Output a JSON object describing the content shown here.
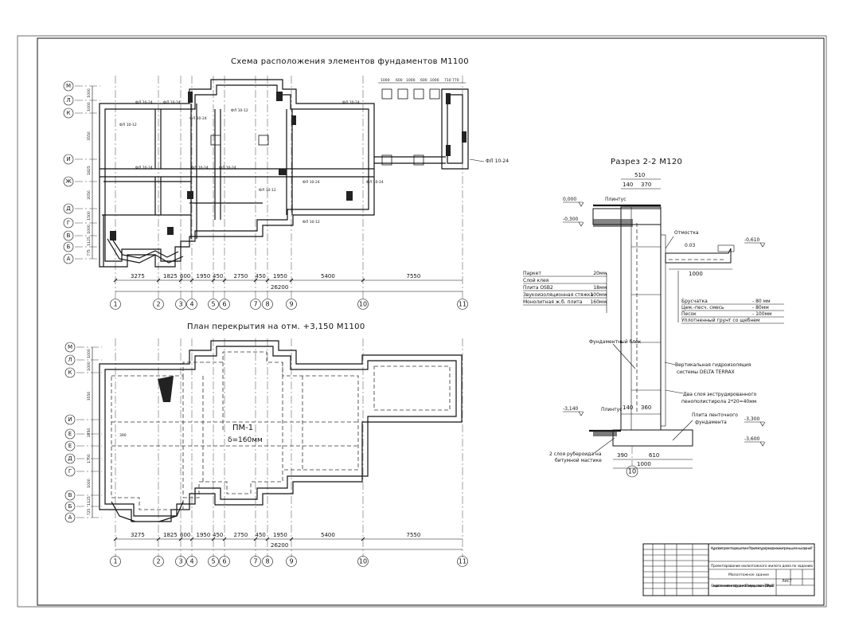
{
  "plan1": {
    "title": "Схема расположения элементов фундаментов М1100",
    "axes_letters": [
      "М",
      "Л",
      "К",
      "И",
      "Ж",
      "Д",
      "Г",
      "В",
      "Б",
      "А"
    ],
    "axes_numbers": [
      "1",
      "2",
      "3",
      "4",
      "5",
      "6",
      "7",
      "8",
      "9",
      "10",
      "11"
    ],
    "dims_bottom": [
      "3275",
      "1825",
      "600",
      "1950",
      "450",
      "2750",
      "450",
      "1950",
      "5400",
      "7550"
    ],
    "total": "26200",
    "dims_left": [
      "1000",
      "1000",
      "3550",
      "1825",
      "2050",
      "1500",
      "1000",
      "1125",
      "775"
    ],
    "fp_labels": [
      "ФЛ 10-24",
      "ФЛ 10-12",
      "ФЛ 10-24",
      "ФЛ 10-24",
      "ФЛ 10-12",
      "ФЛ 10-24",
      "ФЛ 10-24",
      "ФЛ 10-24",
      "ФЛ 10-12",
      "ФЛ 10-24",
      "ФЛ 10-24",
      "ФЛ 10-12",
      "ФЛ 10-24"
    ],
    "extra_label": "ФЛ 10-24",
    "top_dims": [
      "1000",
      "600",
      "1000",
      "600",
      "1000",
      "710",
      "770"
    ]
  },
  "plan2": {
    "title": "План перекрытия на отм. +3,150 М1100",
    "axes_letters": [
      "М",
      "Л",
      "К",
      "И",
      "Е",
      "Е",
      "Д",
      "Г",
      "В",
      "Б",
      "А"
    ],
    "axes_numbers": [
      "1",
      "2",
      "3",
      "4",
      "5",
      "6",
      "7",
      "8",
      "9",
      "10",
      "11"
    ],
    "dims_bottom": [
      "3275",
      "1825",
      "600",
      "1950",
      "450",
      "2750",
      "450",
      "1950",
      "5400",
      "7550"
    ],
    "total": "26200",
    "dims_left": [
      "1000",
      "1000",
      "3550",
      "1850",
      "1700",
      "1000",
      "1125",
      "725"
    ],
    "slab_name": "ПМ-1",
    "slab_thk": "δ=160мм",
    "small_dim": "390"
  },
  "section": {
    "title": "Разрез 2-2 М120",
    "dims_top": [
      "510",
      "140",
      "370"
    ],
    "dims_bottom": [
      "390",
      "610",
      "1000"
    ],
    "dims_mid": [
      "140",
      "360"
    ],
    "axis": "10",
    "marks": [
      "0,000",
      "-0,300",
      "-0,610",
      "-3,140",
      "-3,300",
      "-3,600"
    ],
    "slope": "0.03",
    "otmostka": "Отмостка",
    "plintus_top": "Плинтус",
    "plintus_bot": "Плинтус",
    "floor_layers": [
      {
        "name": "Паркет",
        "thk": "20мм"
      },
      {
        "name": "Слой клея",
        "thk": ""
      },
      {
        "name": "Плита OSB2",
        "thk": "18мм"
      },
      {
        "name": "Звукоизоляционная стяжка",
        "thk": "100мм"
      },
      {
        "name": "Монолитная ж.б. плита",
        "thk": "160мм"
      }
    ],
    "paving_layers": [
      {
        "name": "Брусчатка",
        "thk": "- 80 мм"
      },
      {
        "name": "Цем.-песч. смесь",
        "thk": "- 80мм"
      },
      {
        "name": "Песок",
        "thk": "- 100мм"
      },
      {
        "name": "Уплотненный грунт со щебнем",
        "thk": ""
      }
    ],
    "width_1000": "1000",
    "block_label": "Фундаментный блок",
    "waterproof_1": "Вертикальная гидроизоляция",
    "waterproof_2": "системы DELTA TERRAX",
    "insul_1": "Два слоя экструдированного",
    "insul_2": "пенополистирола 2*20=40мм",
    "slab_1": "Плита ленточного",
    "slab_2": "фундамента",
    "ruberoid_1": "2 слоя рубероида на",
    "ruberoid_2": "битумной мастике"
  },
  "stamp": {
    "line1": "Курсовая проект по дисциплине \"Архитектура гражданских и промышленных зданий\"",
    "line2": "Проектирование малоэтажного жилого дома по заданию",
    "line3": "Малоэтажное здание",
    "line4": "Схема расположения элементов фундаментов План перекрытия на отм. +3,150 Разрез 2-2",
    "line5": "ЛИСТ"
  }
}
